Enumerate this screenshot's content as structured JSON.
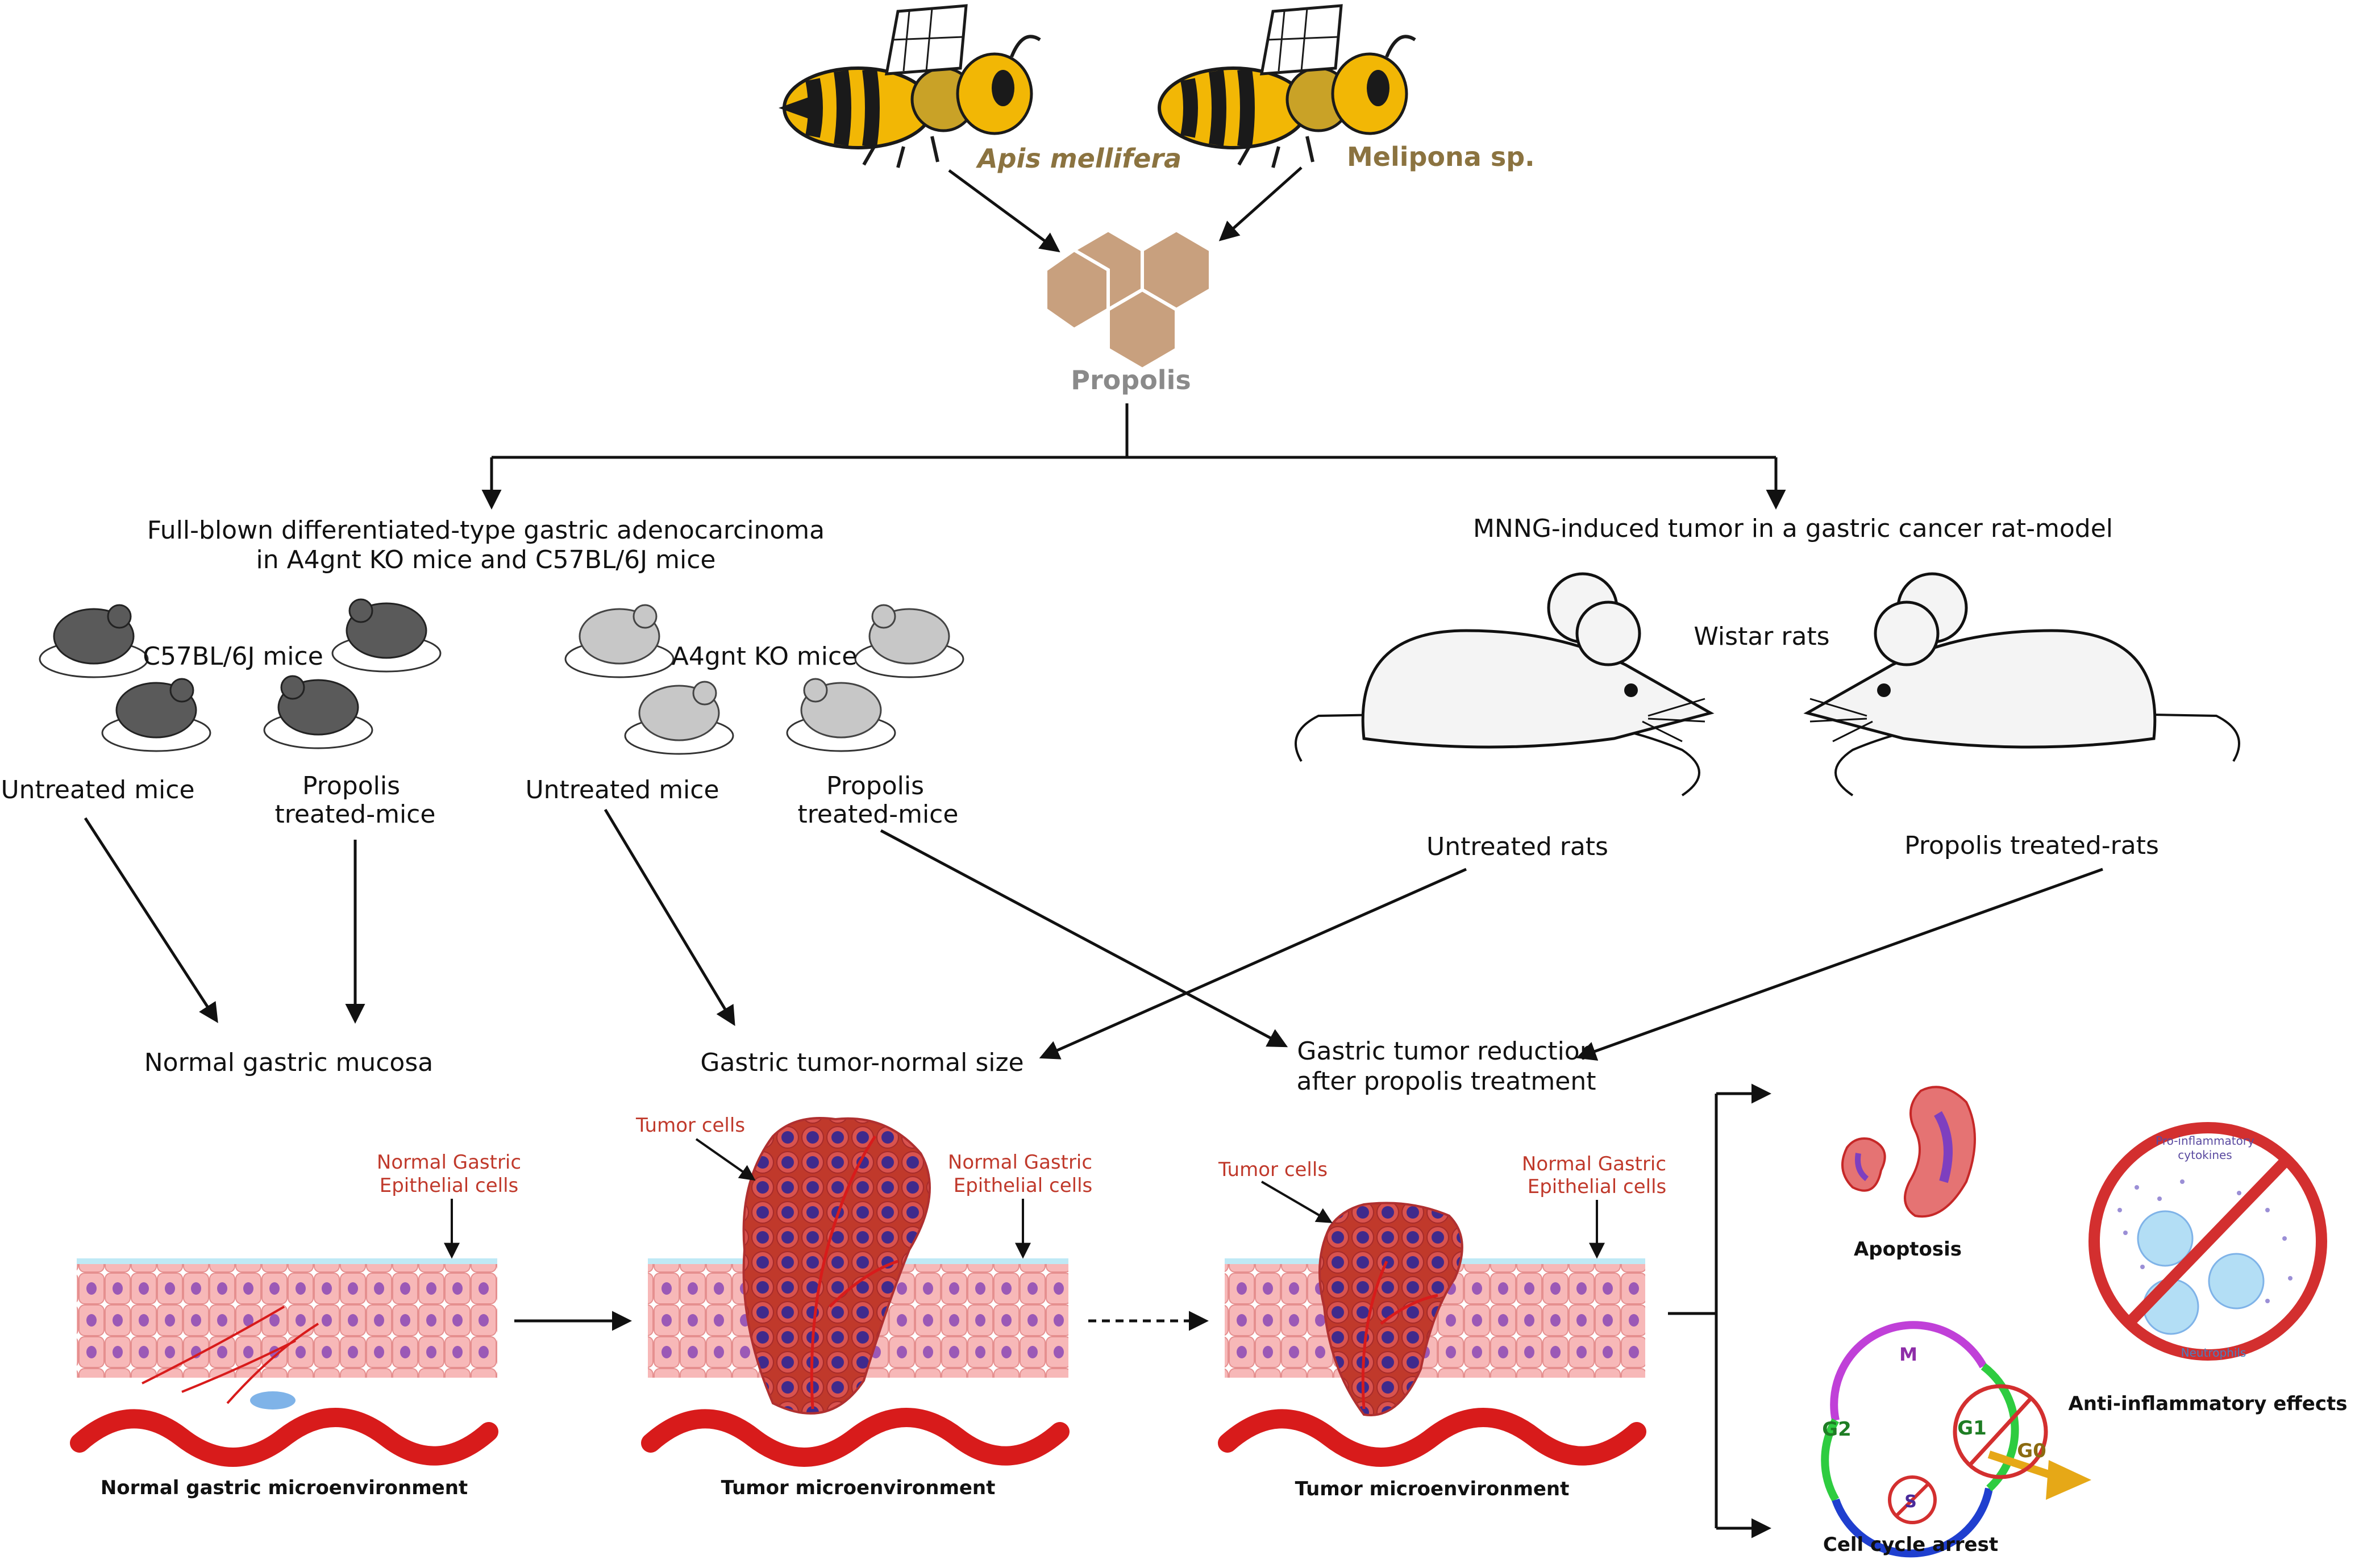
{
  "species": {
    "apis": "Apis mellifera",
    "melipona": "Melipona sp."
  },
  "propolis": "Propolis",
  "branches": {
    "left_title_line1": "Full-blown differentiated-type gastric adenocarcinoma",
    "left_title_line2": "in A4gnt KO mice and C57BL/6J mice",
    "right_title": "MNNG-induced tumor in a gastric cancer rat-model"
  },
  "groups": {
    "c57": "C57BL/6J mice",
    "a4gnt": "A4gnt KO mice",
    "wistar": "Wistar rats",
    "untreated_mice_1": "Untreated mice",
    "propolis_mice_1_line1": "Propolis",
    "propolis_mice_1_line2": "treated-mice",
    "untreated_mice_2": "Untreated mice",
    "propolis_mice_2_line1": "Propolis",
    "propolis_mice_2_line2": "treated-mice",
    "untreated_rats": "Untreated rats",
    "propolis_rats": "Propolis treated-rats"
  },
  "outcomes": {
    "normal": "Normal gastric mucosa",
    "tumor_normal": "Gastric tumor-normal size",
    "reduction_line1": "Gastric tumor reduction",
    "reduction_line2": "after propolis treatment"
  },
  "tissue": {
    "normal_cells_line1": "Normal Gastric",
    "normal_cells_line2": "Epithelial cells",
    "tumor_cells": "Tumor cells",
    "panel1_caption": "Normal gastric microenvironment",
    "panel2_caption": "Tumor microenvironment",
    "panel3_caption": "Tumor microenvironment"
  },
  "effects": {
    "apoptosis": "Apoptosis",
    "anti_inflammatory": "Anti-inflammatory effects",
    "pro_inflammatory_line1": "Pro-inflammatory",
    "pro_inflammatory_line2": "cytokines",
    "neutrophils": "Neutrophils",
    "cell_cycle": "Cell cycle arrest",
    "phase_m": "M",
    "phase_g2": "G2",
    "phase_g1": "G1",
    "phase_g0": "G0",
    "phase_s": "S"
  },
  "colors": {
    "bee_yellow": "#f2b705",
    "bee_black": "#1a1a1a",
    "species_text": "#8b7340",
    "honeycomb": "#c8a07e",
    "tumor_red": "#c62828",
    "tumor_blue": "#3f2a8c",
    "vessel_red": "#d81b1b",
    "epithelium_pink": "#f7b8b8",
    "nucleus_purple": "#8e44ad",
    "prohibit_red": "#d32f2f"
  }
}
